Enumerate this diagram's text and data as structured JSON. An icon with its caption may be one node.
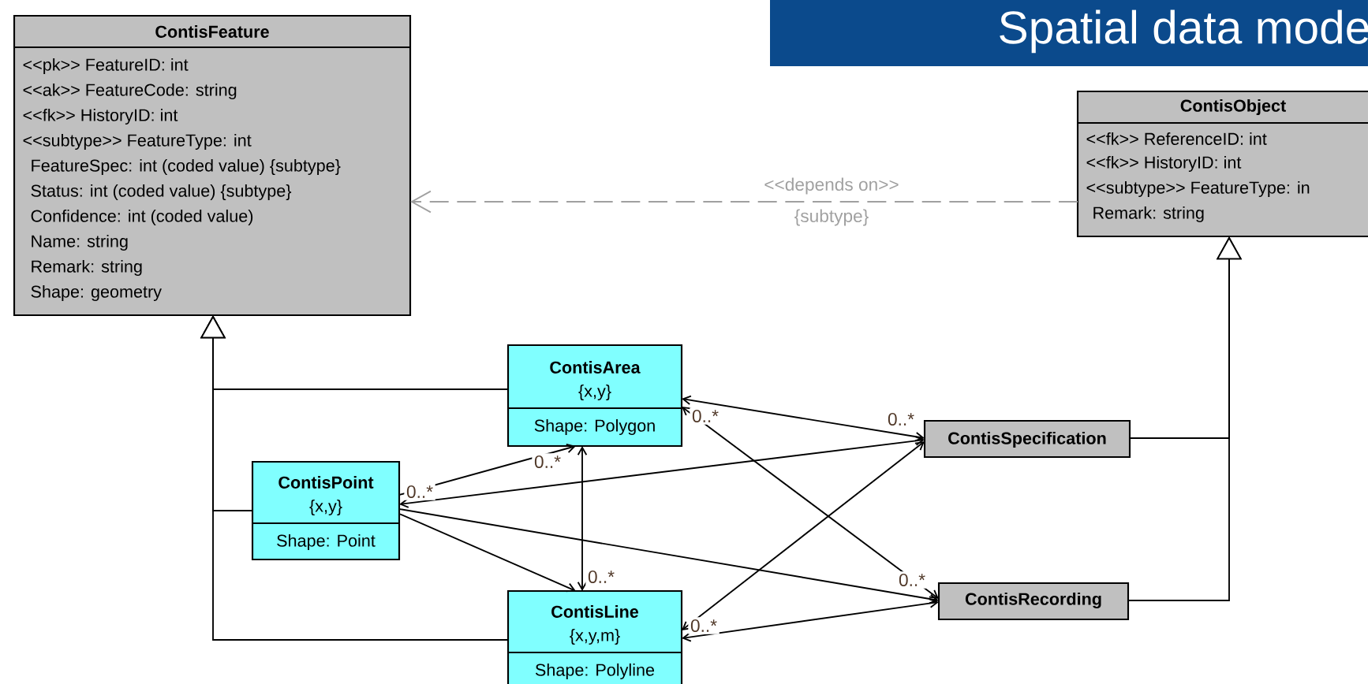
{
  "diagram": {
    "title": "Spatial data mode",
    "nodes": [
      {
        "text": [
          "ContisFeature",
          "<<pk>> FeatureID: int",
          "<<ak>> FeatureCode: string",
          "<<fk>> HistoryID: int",
          "<<subtype>> FeatureType: int",
          "FeatureSpec: int (coded value) {subtype}",
          "Status: int (coded value) {subtype}",
          "Confidence: int (coded value)",
          "Name: string",
          "Remark: string",
          "Shape: geometry"
        ]
      },
      {
        "text": [
          "ContisObject",
          "<<fk>> ReferenceID: int",
          "<<fk>> HistoryID: int",
          "<<subtype>> FeatureType: in",
          "Remark: string"
        ]
      },
      {
        "text": [
          "ContisArea",
          "{x,y}",
          "Shape: Polygon"
        ]
      },
      {
        "text": [
          "ContisPoint",
          "{x,y}",
          "Shape: Point"
        ]
      },
      {
        "text": [
          "ContisLine",
          "{x,y,m}",
          "Shape: Polyline"
        ]
      },
      {
        "text": [
          "ContisSpecification"
        ]
      },
      {
        "text": [
          "ContisRecording"
        ]
      }
    ],
    "edges": [
      {
        "from": 1,
        "to": 0,
        "arrow": "to",
        "label": "<<depends on>>",
        "style": "dashed",
        "color": "#a0a0a0"
      },
      {
        "from": 2,
        "to": 0,
        "arrow": "to"
      },
      {
        "from": 3,
        "to": 0,
        "arrow": "to"
      },
      {
        "from": 4,
        "to": 0,
        "arrow": "to"
      },
      {
        "from": 5,
        "to": 1,
        "arrow": "to"
      },
      {
        "from": 6,
        "to": 1,
        "arrow": "to"
      },
      {
        "from": 2,
        "to": 5,
        "arrow": "both",
        "label": "0..*"
      },
      {
        "from": 2,
        "to": 6,
        "arrow": "both",
        "label": "0..*"
      },
      {
        "from": 3,
        "to": 2,
        "arrow": "to",
        "label": "0..*"
      },
      {
        "from": 3,
        "to": 5,
        "arrow": "both",
        "label": "0..*"
      },
      {
        "from": 3,
        "to": 4,
        "arrow": "to"
      },
      {
        "from": 2,
        "to": 4,
        "arrow": "both",
        "label": "0..*"
      },
      {
        "from": 3,
        "to": 6,
        "arrow": "to",
        "label": "0..*"
      },
      {
        "from": 4,
        "to": 5,
        "arrow": "both",
        "label": "0..*"
      },
      {
        "from": 4,
        "to": 6,
        "arrow": "both"
      }
    ],
    "labels": [
      "{subtype}"
    ]
  }
}
